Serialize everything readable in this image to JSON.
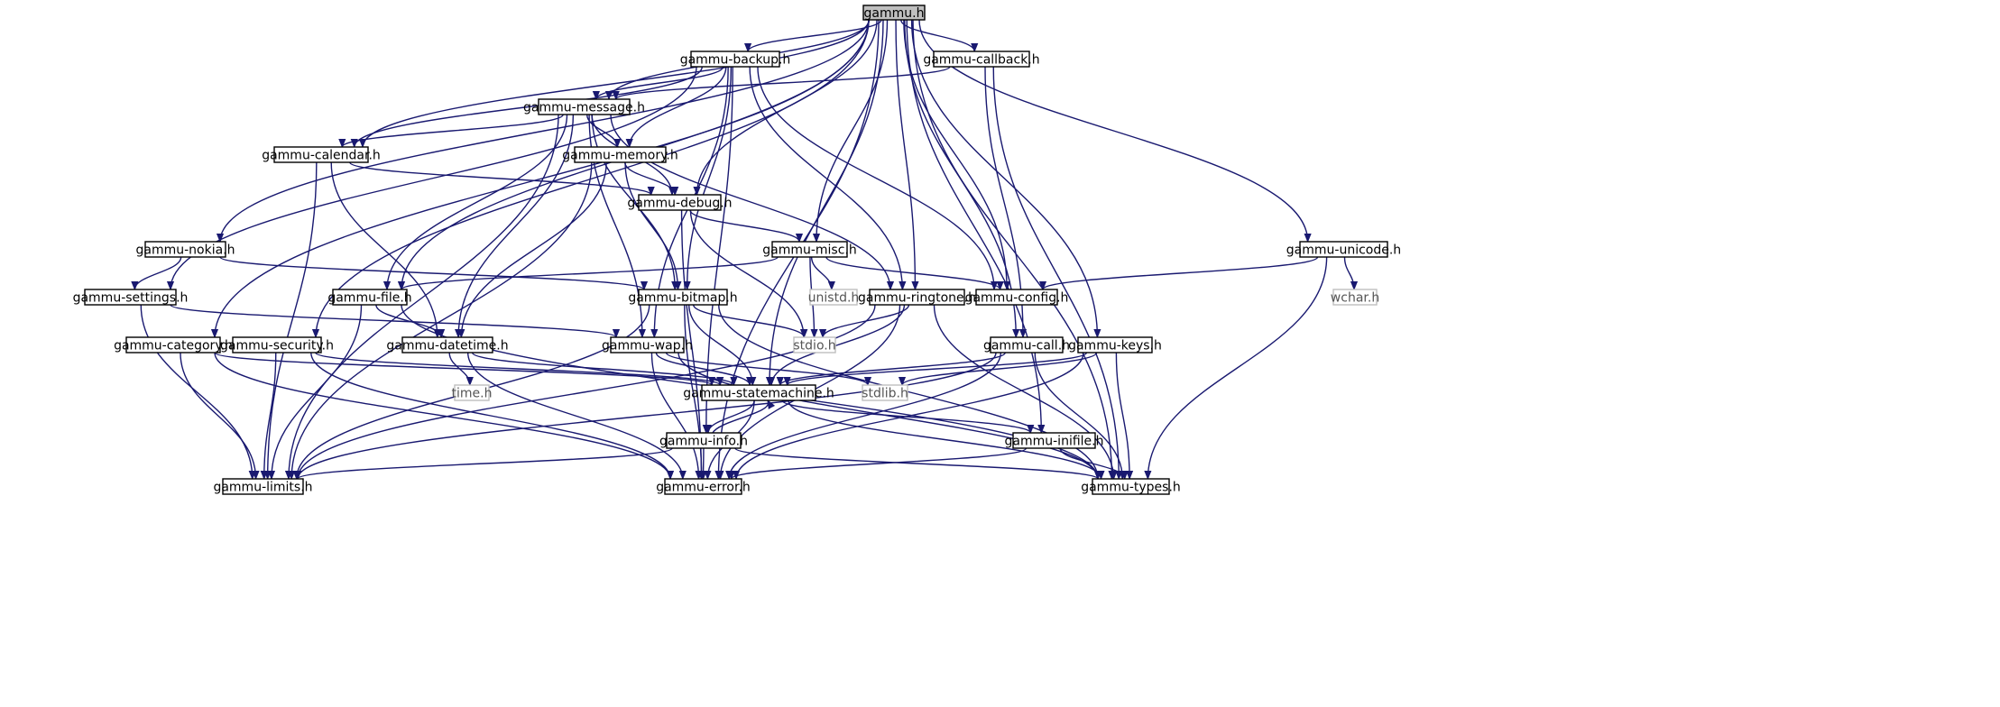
{
  "graph": {
    "colors": {
      "edge": "#191970",
      "root_fill": "#bfbfbf",
      "node_fill": "#ffffff",
      "node_border": "#000000",
      "system_border": "#bfbfbf"
    },
    "nodes": {
      "gammu": {
        "label": "gammu.h",
        "kind": "root"
      },
      "backup": {
        "label": "gammu-backup.h",
        "kind": "header"
      },
      "callback": {
        "label": "gammu-callback.h",
        "kind": "header"
      },
      "message": {
        "label": "gammu-message.h",
        "kind": "header"
      },
      "calendar": {
        "label": "gammu-calendar.h",
        "kind": "header"
      },
      "memory": {
        "label": "gammu-memory.h",
        "kind": "header"
      },
      "debug": {
        "label": "gammu-debug.h",
        "kind": "header"
      },
      "nokia": {
        "label": "gammu-nokia.h",
        "kind": "header"
      },
      "misc": {
        "label": "gammu-misc.h",
        "kind": "header"
      },
      "unicode": {
        "label": "gammu-unicode.h",
        "kind": "header"
      },
      "settings": {
        "label": "gammu-settings.h",
        "kind": "header"
      },
      "file": {
        "label": "gammu-file.h",
        "kind": "header"
      },
      "unistd": {
        "label": "unistd.h",
        "kind": "system"
      },
      "bitmap": {
        "label": "gammu-bitmap.h",
        "kind": "header"
      },
      "ringtone": {
        "label": "gammu-ringtone.h",
        "kind": "header"
      },
      "config": {
        "label": "gammu-config.h",
        "kind": "header"
      },
      "wchar": {
        "label": "wchar.h",
        "kind": "system"
      },
      "category": {
        "label": "gammu-category.h",
        "kind": "header"
      },
      "security": {
        "label": "gammu-security.h",
        "kind": "header"
      },
      "datetime": {
        "label": "gammu-datetime.h",
        "kind": "header"
      },
      "wap": {
        "label": "gammu-wap.h",
        "kind": "header"
      },
      "stdio": {
        "label": "stdio.h",
        "kind": "system"
      },
      "call": {
        "label": "gammu-call.h",
        "kind": "header"
      },
      "keys": {
        "label": "gammu-keys.h",
        "kind": "header"
      },
      "time": {
        "label": "time.h",
        "kind": "system"
      },
      "statemachine": {
        "label": "gammu-statemachine.h",
        "kind": "header"
      },
      "stdlib": {
        "label": "stdlib.h",
        "kind": "system"
      },
      "info": {
        "label": "gammu-info.h",
        "kind": "header"
      },
      "inifile": {
        "label": "gammu-inifile.h",
        "kind": "header"
      },
      "limits": {
        "label": "gammu-limits.h",
        "kind": "header"
      },
      "error": {
        "label": "gammu-error.h",
        "kind": "header"
      },
      "types": {
        "label": "gammu-types.h",
        "kind": "header"
      }
    },
    "edges": [
      [
        "gammu",
        "backup"
      ],
      [
        "gammu",
        "callback"
      ],
      [
        "gammu",
        "message"
      ],
      [
        "gammu",
        "calendar"
      ],
      [
        "gammu",
        "debug"
      ],
      [
        "gammu",
        "nokia"
      ],
      [
        "gammu",
        "misc"
      ],
      [
        "gammu",
        "unicode"
      ],
      [
        "gammu",
        "file"
      ],
      [
        "gammu",
        "ringtone"
      ],
      [
        "gammu",
        "config"
      ],
      [
        "gammu",
        "category"
      ],
      [
        "gammu",
        "security"
      ],
      [
        "gammu",
        "call"
      ],
      [
        "gammu",
        "keys"
      ],
      [
        "gammu",
        "statemachine"
      ],
      [
        "gammu",
        "inifile"
      ],
      [
        "gammu",
        "error"
      ],
      [
        "gammu",
        "types"
      ],
      [
        "backup",
        "message"
      ],
      [
        "backup",
        "calendar"
      ],
      [
        "backup",
        "memory"
      ],
      [
        "backup",
        "settings"
      ],
      [
        "backup",
        "bitmap"
      ],
      [
        "backup",
        "wap"
      ],
      [
        "backup",
        "ringtone"
      ],
      [
        "backup",
        "config"
      ],
      [
        "backup",
        "info"
      ],
      [
        "callback",
        "message"
      ],
      [
        "callback",
        "call"
      ],
      [
        "callback",
        "types"
      ],
      [
        "message",
        "calendar"
      ],
      [
        "message",
        "memory"
      ],
      [
        "message",
        "debug"
      ],
      [
        "message",
        "file"
      ],
      [
        "message",
        "bitmap"
      ],
      [
        "message",
        "ringtone"
      ],
      [
        "message",
        "datetime"
      ],
      [
        "message",
        "wap"
      ],
      [
        "message",
        "limits"
      ],
      [
        "calendar",
        "debug"
      ],
      [
        "calendar",
        "datetime"
      ],
      [
        "calendar",
        "limits"
      ],
      [
        "memory",
        "debug"
      ],
      [
        "memory",
        "bitmap"
      ],
      [
        "memory",
        "datetime"
      ],
      [
        "memory",
        "limits"
      ],
      [
        "debug",
        "misc"
      ],
      [
        "debug",
        "stdio"
      ],
      [
        "debug",
        "error"
      ],
      [
        "nokia",
        "settings"
      ],
      [
        "nokia",
        "bitmap"
      ],
      [
        "misc",
        "file"
      ],
      [
        "misc",
        "unistd"
      ],
      [
        "misc",
        "stdio"
      ],
      [
        "misc",
        "config"
      ],
      [
        "unicode",
        "config"
      ],
      [
        "unicode",
        "wchar"
      ],
      [
        "unicode",
        "types"
      ],
      [
        "settings",
        "wap"
      ],
      [
        "settings",
        "limits"
      ],
      [
        "file",
        "datetime"
      ],
      [
        "file",
        "limits"
      ],
      [
        "file",
        "types"
      ],
      [
        "bitmap",
        "stdio"
      ],
      [
        "bitmap",
        "statemachine"
      ],
      [
        "bitmap",
        "limits"
      ],
      [
        "bitmap",
        "error"
      ],
      [
        "bitmap",
        "types"
      ],
      [
        "ringtone",
        "stdio"
      ],
      [
        "ringtone",
        "statemachine"
      ],
      [
        "ringtone",
        "limits"
      ],
      [
        "ringtone",
        "error"
      ],
      [
        "ringtone",
        "types"
      ],
      [
        "category",
        "statemachine"
      ],
      [
        "category",
        "limits"
      ],
      [
        "category",
        "error"
      ],
      [
        "security",
        "statemachine"
      ],
      [
        "security",
        "limits"
      ],
      [
        "security",
        "error"
      ],
      [
        "datetime",
        "time"
      ],
      [
        "datetime",
        "statemachine"
      ],
      [
        "datetime",
        "error"
      ],
      [
        "wap",
        "statemachine"
      ],
      [
        "wap",
        "stdlib"
      ],
      [
        "wap",
        "error"
      ],
      [
        "wap",
        "types"
      ],
      [
        "call",
        "statemachine"
      ],
      [
        "call",
        "limits"
      ],
      [
        "call",
        "error"
      ],
      [
        "call",
        "types"
      ],
      [
        "keys",
        "statemachine"
      ],
      [
        "keys",
        "stdlib"
      ],
      [
        "keys",
        "error"
      ],
      [
        "keys",
        "types"
      ],
      [
        "statemachine",
        "info"
      ],
      [
        "statemachine",
        "inifile"
      ],
      [
        "statemachine",
        "error"
      ],
      [
        "statemachine",
        "types"
      ],
      [
        "info",
        "statemachine"
      ],
      [
        "info",
        "limits"
      ],
      [
        "info",
        "error"
      ],
      [
        "info",
        "types"
      ],
      [
        "inifile",
        "error"
      ],
      [
        "inifile",
        "types"
      ]
    ]
  }
}
